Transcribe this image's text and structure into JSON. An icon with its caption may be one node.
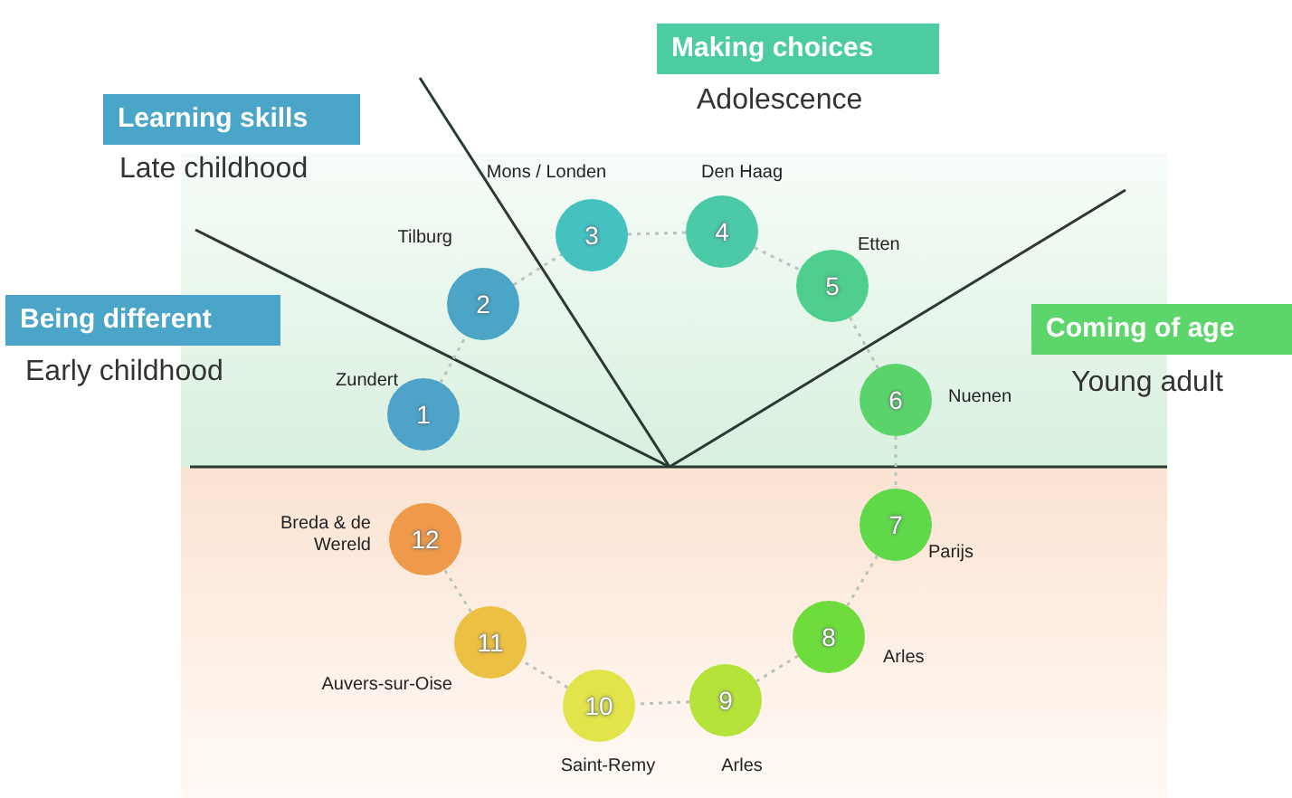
{
  "diagram": {
    "nodes": [
      {
        "text": [
          "1"
        ],
        "beside": [
          "Zundert"
        ]
      },
      {
        "text": [
          "2"
        ],
        "beside": [
          "Tilburg"
        ]
      },
      {
        "text": [
          "3"
        ],
        "beside": [
          "Mons / Londen"
        ]
      },
      {
        "text": [
          "4"
        ],
        "beside": [
          "Den Haag"
        ]
      },
      {
        "text": [
          "5"
        ],
        "beside": [
          "Etten"
        ]
      },
      {
        "text": [
          "6"
        ],
        "beside": [
          "Nuenen"
        ]
      },
      {
        "text": [
          "7"
        ],
        "beside": [
          "Parijs"
        ]
      },
      {
        "text": [
          "8"
        ],
        "beside": [
          "Arles"
        ]
      },
      {
        "text": [
          "9"
        ],
        "beside": [
          "Arles"
        ]
      },
      {
        "text": [
          "10"
        ],
        "beside": [
          "Saint-Remy"
        ]
      },
      {
        "text": [
          "11"
        ],
        "beside": [
          "Auvers-sur-Oise"
        ]
      },
      {
        "text": [
          "12"
        ],
        "beside": [
          "Breda & de Wereld"
        ]
      },
      {
        "text": [
          "Learning skills"
        ],
        "beside": [
          "Late childhood"
        ]
      },
      {
        "text": [
          "Being different"
        ],
        "beside": [
          "Early childhood"
        ]
      },
      {
        "text": [
          "Making choices"
        ],
        "beside": [
          "Adolescence"
        ]
      },
      {
        "text": [
          "Coming of age"
        ],
        "beside": [
          "Young adult"
        ]
      }
    ],
    "edges": [
      {
        "from": 0,
        "to": 1,
        "arrow": "none"
      },
      {
        "from": 1,
        "to": 2,
        "arrow": "none"
      },
      {
        "from": 2,
        "to": 3,
        "arrow": "none"
      },
      {
        "from": 3,
        "to": 4,
        "arrow": "none"
      },
      {
        "from": 4,
        "to": 5,
        "arrow": "none"
      },
      {
        "from": 5,
        "to": 6,
        "arrow": "none"
      },
      {
        "from": 6,
        "to": 7,
        "arrow": "none"
      },
      {
        "from": 7,
        "to": 8,
        "arrow": "none"
      },
      {
        "from": 8,
        "to": 9,
        "arrow": "none"
      },
      {
        "from": 9,
        "to": 10,
        "arrow": "none"
      },
      {
        "from": 10,
        "to": 11,
        "arrow": "none"
      }
    ]
  }
}
